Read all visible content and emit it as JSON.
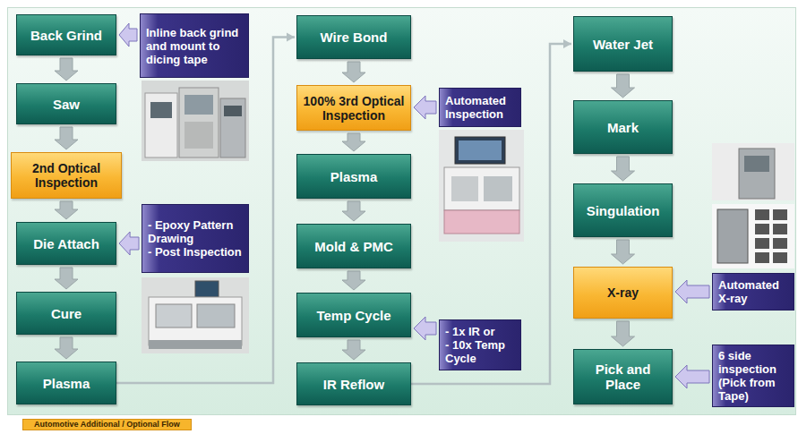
{
  "diagram": {
    "nodes": [
      {
        "text": [
          "Back Grind"
        ]
      },
      {
        "text": [
          "Inline back grind and mount to dicing tape"
        ]
      },
      {
        "text": [
          "Saw"
        ]
      },
      {
        "text": [
          "2nd Optical Inspection"
        ]
      },
      {
        "text": [
          "Die Attach"
        ]
      },
      {
        "text": [
          "- Epoxy Pattern Drawing",
          "- Post Inspection"
        ]
      },
      {
        "text": [
          "Cure"
        ]
      },
      {
        "text": [
          "Plasma"
        ]
      },
      {
        "text": [
          "Wire Bond"
        ]
      },
      {
        "text": [
          "100% 3rd Optical Inspection"
        ]
      },
      {
        "text": [
          "Automated Inspection"
        ]
      },
      {
        "text": [
          "Plasma"
        ]
      },
      {
        "text": [
          "Mold & PMC"
        ]
      },
      {
        "text": [
          "Temp Cycle"
        ]
      },
      {
        "text": [
          "- 1x IR or",
          "- 10x Temp Cycle"
        ]
      },
      {
        "text": [
          "IR Reflow"
        ]
      },
      {
        "text": [
          "Water Jet"
        ]
      },
      {
        "text": [
          "Mark"
        ]
      },
      {
        "text": [
          "Singulation"
        ]
      },
      {
        "text": [
          "X-ray"
        ]
      },
      {
        "text": [
          "Automated X-ray"
        ]
      },
      {
        "text": [
          "Pick and Place"
        ]
      },
      {
        "text": [
          "6 side inspection (Pick from Tape)"
        ]
      }
    ],
    "edges": [
      {
        "from": 0,
        "to": 2,
        "arrow": "to"
      },
      {
        "from": 2,
        "to": 3,
        "arrow": "to"
      },
      {
        "from": 3,
        "to": 4,
        "arrow": "to"
      },
      {
        "from": 4,
        "to": 6,
        "arrow": "to"
      },
      {
        "from": 6,
        "to": 7,
        "arrow": "to"
      },
      {
        "from": 7,
        "to": 8,
        "arrow": "to"
      },
      {
        "from": 8,
        "to": 9,
        "arrow": "to"
      },
      {
        "from": 9,
        "to": 11,
        "arrow": "to"
      },
      {
        "from": 11,
        "to": 12,
        "arrow": "to"
      },
      {
        "from": 12,
        "to": 13,
        "arrow": "to"
      },
      {
        "from": 13,
        "to": 15,
        "arrow": "to"
      },
      {
        "from": 15,
        "to": 16,
        "arrow": "to"
      },
      {
        "from": 16,
        "to": 17,
        "arrow": "to"
      },
      {
        "from": 17,
        "to": 18,
        "arrow": "to"
      },
      {
        "from": 18,
        "to": 19,
        "arrow": "to"
      },
      {
        "from": 19,
        "to": 21,
        "arrow": "to"
      },
      {
        "from": 1,
        "to": 0,
        "arrow": "to"
      },
      {
        "from": 5,
        "to": 4,
        "arrow": "to"
      },
      {
        "from": 10,
        "to": 9,
        "arrow": "to"
      },
      {
        "from": 14,
        "to": 13,
        "arrow": "to"
      },
      {
        "from": 20,
        "to": 19,
        "arrow": "to"
      },
      {
        "from": 22,
        "to": 21,
        "arrow": "to"
      }
    ],
    "legend": [
      {
        "text": "Automotive Additional / Optional Flow",
        "color": "#f7b52c"
      }
    ]
  }
}
